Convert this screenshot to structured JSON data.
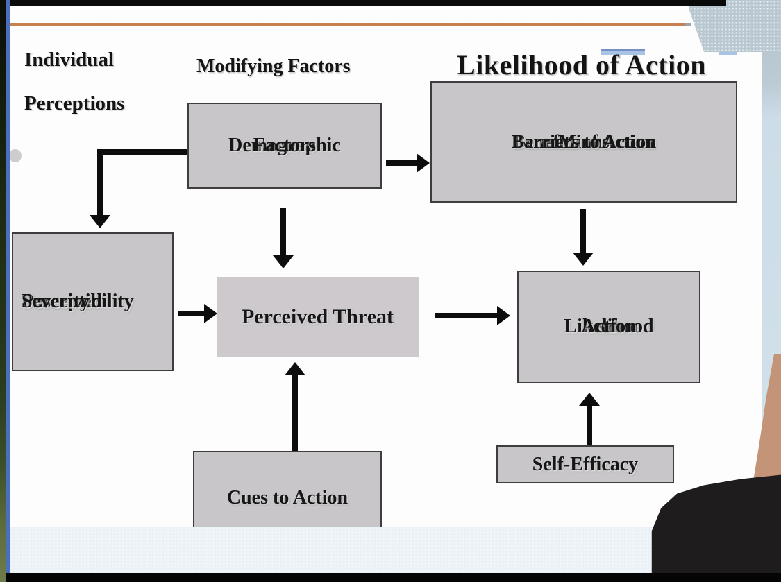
{
  "slide": {
    "headers": {
      "individual_line1": "Individual",
      "individual_line2": "Perceptions",
      "modifying": "Modifying Factors",
      "likelihood_title": "Likelihood of Action"
    },
    "boxes": {
      "demographic": [
        "Demographic",
        "Factors"
      ],
      "benefits": [
        "Benefits of Action",
        "Minus",
        "Barriers to Action"
      ],
      "perceptions": [
        "Perceived",
        "Susceptibility",
        "Perceived",
        "Severity"
      ],
      "threat": "Perceived Threat",
      "likelihood": [
        "Likelihood",
        "of",
        "Action"
      ],
      "cues": "Cues to Action",
      "self_efficacy": "Self-Efficacy"
    },
    "connections": [
      {
        "from": "demographic-factors",
        "to": "perceived-susceptibility-severity",
        "shape": "elbow-down"
      },
      {
        "from": "demographic-factors",
        "to": "benefits-minus-barriers",
        "shape": "right"
      },
      {
        "from": "demographic-factors",
        "to": "perceived-threat",
        "shape": "down"
      },
      {
        "from": "benefits-minus-barriers",
        "to": "likelihood-of-action",
        "shape": "down"
      },
      {
        "from": "perceived-susceptibility-severity",
        "to": "perceived-threat",
        "shape": "right"
      },
      {
        "from": "perceived-threat",
        "to": "likelihood-of-action",
        "shape": "right"
      },
      {
        "from": "cues-to-action",
        "to": "perceived-threat",
        "shape": "up"
      },
      {
        "from": "self-efficacy",
        "to": "likelihood-of-action",
        "shape": "up"
      }
    ],
    "colors": {
      "box_fill": "#c9c6ca",
      "box_border": "#3f3d3e",
      "arrow": "#0d0d0d",
      "accent_rule": "#c8804f",
      "top_strip": "#dbe7f0",
      "bottom_strip": "#ebf2f7",
      "frame_blue": "#4a70bd",
      "background_texture": "#bccad4",
      "presenter_skin": "#c49478",
      "presenter_clothing": "#1f1c1d"
    }
  }
}
